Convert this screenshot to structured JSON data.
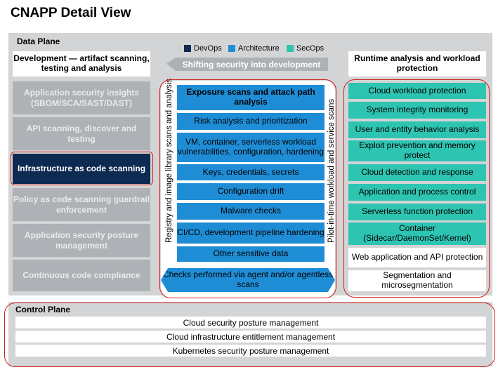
{
  "title": "CNAPP Detail View",
  "data_plane": {
    "label": "Data Plane",
    "legend": [
      {
        "label": "DevOps",
        "color": "#0d2a52"
      },
      {
        "label": "Architecture",
        "color": "#1f8dd6"
      },
      {
        "label": "SecOps",
        "color": "#2ec4b2"
      }
    ],
    "shift_banner": "Shifting security into development",
    "development": {
      "header": "Development — artifact scanning, testing and analysis",
      "items": [
        "Application security insights (SBOM/SCA/SAST/DAST)",
        "API scanning, discover and testing",
        "Infrastructure as code scanning",
        "Policy as code scanning guardrail enforcement",
        "Application security posture management",
        "Continuous code compliance"
      ]
    },
    "middle": {
      "left_vertical": "Registry and image library scans and analysis",
      "right_vertical": "Pilot-in-time workload and service scans",
      "items": [
        "Exposure scans and attack path analysis",
        "Risk analysis and prioritization",
        "VM, container, serverless workload vulnerabilities, configuration,  hardening",
        "Keys, credentials, secrets",
        "Configuration drift",
        "Malware checks",
        "CI/CD, development pipeline hardening",
        "Other sensitive data"
      ],
      "agent_box": "Checks performed via agent and/or agentless scans"
    },
    "runtime": {
      "header": "Runtime analysis and workload protection",
      "items": [
        "Cloud workload protection",
        "System integrity monitoring",
        "User and entity behavior analysis",
        "Exploit prevention and memory protect",
        "Cloud detection and response",
        "Application and process control",
        "Serverless function protection",
        "Container (Sidecar/DaemonSet/Kernel)",
        "Web application and API protection",
        "Segmentation and microsegmentation"
      ]
    }
  },
  "control_plane": {
    "label": "Control Plane",
    "items": [
      "Cloud security posture management",
      "Cloud infrastructure entitlement management",
      "Kubernetes security posture management"
    ]
  }
}
